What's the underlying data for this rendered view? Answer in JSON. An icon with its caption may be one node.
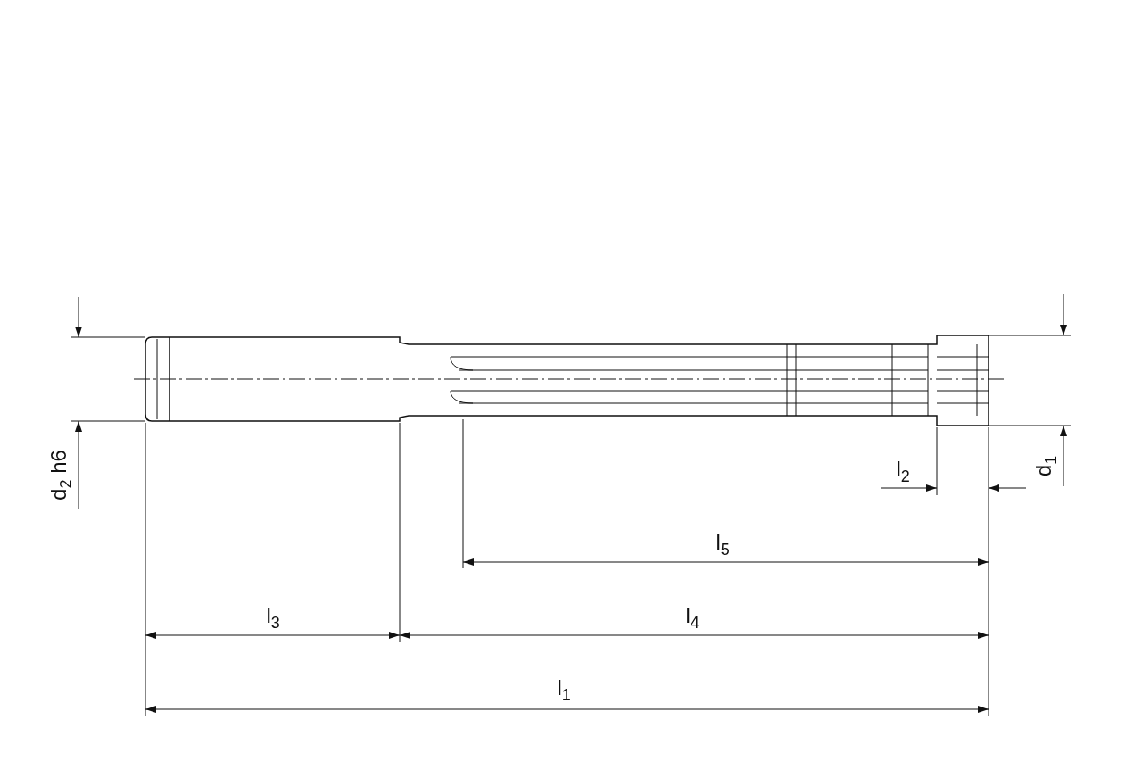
{
  "diagram": {
    "labels": [
      "d$_{2}$ h6",
      "l$_{2}$",
      "d$_{1}$",
      "l$_{5}$",
      "l$_{3}$",
      "l$_{4}$",
      "l$_{1}$"
    ]
  }
}
